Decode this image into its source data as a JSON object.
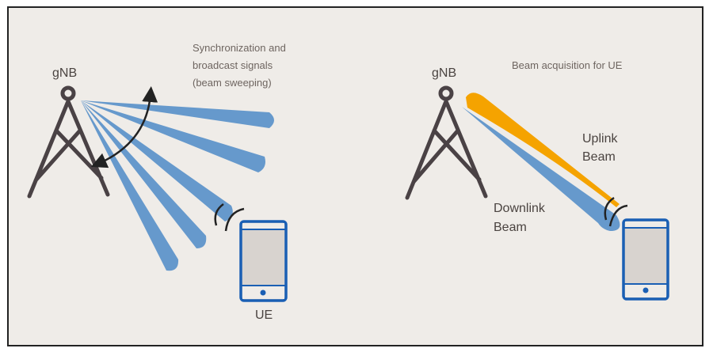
{
  "left_panel": {
    "gnb_label": "gNB",
    "caption_lines": [
      "Synchronization and",
      "broadcast signals",
      "(beam sweeping)"
    ],
    "ue_label": "UE"
  },
  "right_panel": {
    "gnb_label": "gNB",
    "caption": "Beam acquisition for UE",
    "uplink_lines": [
      "Uplink",
      "Beam"
    ],
    "downlink_lines": [
      "Downlink",
      "Beam"
    ]
  },
  "colors": {
    "background": "#efece8",
    "beam_blue": "#6699cc",
    "beam_orange": "#f5a300",
    "phone_blue": "#1a5fb4",
    "tower": "#4a4245"
  }
}
